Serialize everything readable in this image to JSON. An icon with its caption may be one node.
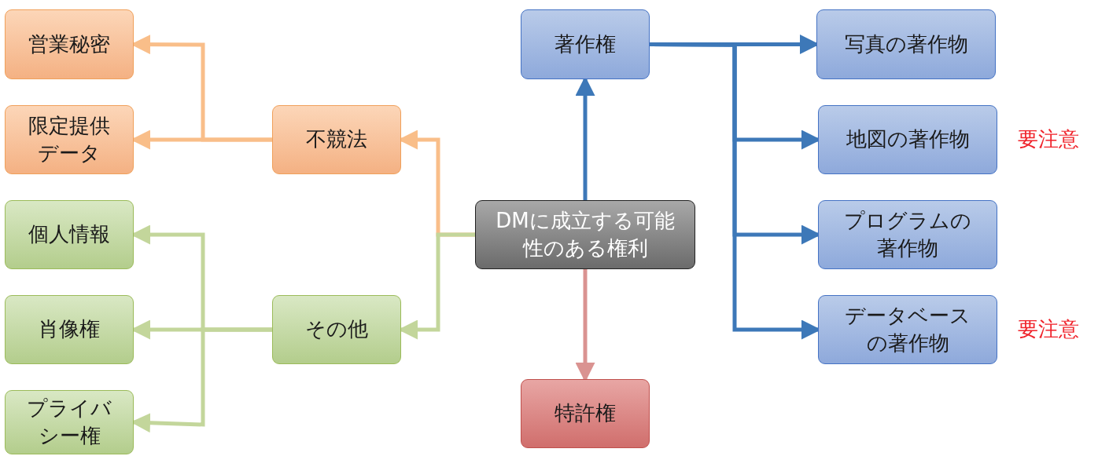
{
  "diagram": {
    "nodes": [
      {
        "text": [
          "DMに成立する可能性のある権利"
        ]
      },
      {
        "text": [
          "著作権"
        ]
      },
      {
        "text": [
          "写真の著作物"
        ]
      },
      {
        "text": [
          "地図の著作物"
        ],
        "beside": [
          "要注意"
        ]
      },
      {
        "text": [
          "プログラムの著作物"
        ]
      },
      {
        "text": [
          "データベースの著作物"
        ],
        "beside": [
          "要注意"
        ]
      },
      {
        "text": [
          "特許権"
        ]
      },
      {
        "text": [
          "不競法"
        ]
      },
      {
        "text": [
          "営業秘密"
        ]
      },
      {
        "text": [
          "限定提供データ"
        ]
      },
      {
        "text": [
          "その他"
        ]
      },
      {
        "text": [
          "個人情報"
        ]
      },
      {
        "text": [
          "肖像権"
        ]
      },
      {
        "text": [
          "プライバシー権"
        ]
      }
    ],
    "edges": [
      {
        "from": 0,
        "to": 1,
        "arrow": "to",
        "color": "#3d78b8"
      },
      {
        "from": 1,
        "to": 2,
        "arrow": "to",
        "color": "#3d78b8"
      },
      {
        "from": 1,
        "to": 3,
        "arrow": "to",
        "color": "#3d78b8"
      },
      {
        "from": 1,
        "to": 4,
        "arrow": "to",
        "color": "#3d78b8"
      },
      {
        "from": 1,
        "to": 5,
        "arrow": "to",
        "color": "#3d78b8"
      },
      {
        "from": 0,
        "to": 6,
        "arrow": "to",
        "color": "#da9391"
      },
      {
        "from": 0,
        "to": 7,
        "arrow": "to",
        "color": "#f9be89"
      },
      {
        "from": 7,
        "to": 8,
        "arrow": "to",
        "color": "#f9be89"
      },
      {
        "from": 7,
        "to": 9,
        "arrow": "to",
        "color": "#f9be89"
      },
      {
        "from": 0,
        "to": 10,
        "arrow": "to",
        "color": "#c3d69b"
      },
      {
        "from": 10,
        "to": 11,
        "arrow": "to",
        "color": "#c3d69b"
      },
      {
        "from": 10,
        "to": 12,
        "arrow": "to",
        "color": "#c3d69b"
      },
      {
        "from": 10,
        "to": 13,
        "arrow": "to",
        "color": "#c3d69b"
      }
    ]
  }
}
